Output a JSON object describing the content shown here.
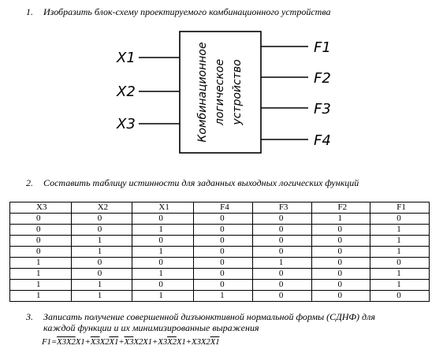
{
  "step1": {
    "num": "1.",
    "text": "Изобразить блок-схему проектируемого комбинационного устройства"
  },
  "diagram": {
    "block_label": [
      "Комбинационное",
      "логическое",
      "устройство"
    ],
    "inputs": [
      "X1",
      "X2",
      "X3"
    ],
    "outputs": [
      "F1",
      "F2",
      "F3",
      "F4"
    ]
  },
  "step2": {
    "num": "2.",
    "text": "Составить таблицу истинности для заданных выходных логических функций"
  },
  "table": {
    "headers": [
      "X3",
      "X2",
      "X1",
      "F4",
      "F3",
      "F2",
      "F1"
    ],
    "rows": [
      [
        "0",
        "0",
        "0",
        "0",
        "0",
        "1",
        "0"
      ],
      [
        "0",
        "0",
        "1",
        "0",
        "0",
        "0",
        "1"
      ],
      [
        "0",
        "1",
        "0",
        "0",
        "0",
        "0",
        "1"
      ],
      [
        "0",
        "1",
        "1",
        "0",
        "0",
        "0",
        "1"
      ],
      [
        "1",
        "0",
        "0",
        "0",
        "1",
        "0",
        "0"
      ],
      [
        "1",
        "0",
        "1",
        "0",
        "0",
        "0",
        "1"
      ],
      [
        "1",
        "1",
        "0",
        "0",
        "0",
        "0",
        "1"
      ],
      [
        "1",
        "1",
        "1",
        "1",
        "0",
        "0",
        "0"
      ]
    ]
  },
  "step3": {
    "num": "3.",
    "line1": "Записать получение совершенной дизъюнктивной нормальной формы (СДНФ) для",
    "line2": "каждой функции и их минимизированные выражения"
  },
  "formula": {
    "lhs": "F1=",
    "terms": [
      [
        {
          "v": "X3",
          "bar": true
        },
        {
          "v": "X2",
          "bar": true
        },
        {
          "v": "X1",
          "bar": false
        }
      ],
      [
        {
          "v": "X3",
          "bar": true
        },
        {
          "v": "X2",
          "bar": false
        },
        {
          "v": "X1",
          "bar": true
        }
      ],
      [
        {
          "v": "X3",
          "bar": true
        },
        {
          "v": "X2",
          "bar": false
        },
        {
          "v": "X1",
          "bar": false
        }
      ],
      [
        {
          "v": "X3",
          "bar": false
        },
        {
          "v": "X2",
          "bar": true
        },
        {
          "v": "X1",
          "bar": false
        }
      ],
      [
        {
          "v": "X3",
          "bar": false
        },
        {
          "v": "X2",
          "bar": false
        },
        {
          "v": "X1",
          "bar": true
        }
      ]
    ]
  }
}
